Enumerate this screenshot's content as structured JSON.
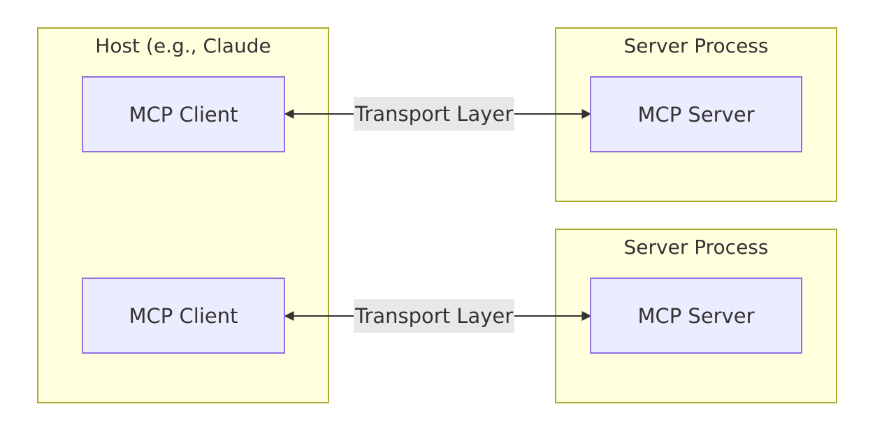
{
  "host": {
    "title": "Host (e.g., Claude Desktop)",
    "clients": [
      {
        "label": "MCP Client"
      },
      {
        "label": "MCP Client"
      }
    ]
  },
  "servers": [
    {
      "title": "Server Process",
      "node": {
        "label": "MCP Server"
      }
    },
    {
      "title": "Server Process",
      "node": {
        "label": "MCP Server"
      }
    }
  ],
  "edges": [
    {
      "label": "Transport Layer"
    },
    {
      "label": "Transport Layer"
    }
  ],
  "colors": {
    "cluster_fill": "#ffffde",
    "cluster_border": "#aaaa33",
    "node_fill": "#ececff",
    "node_border": "#9370db",
    "edge_label_bg": "#e8e8e8",
    "line": "#333333"
  }
}
